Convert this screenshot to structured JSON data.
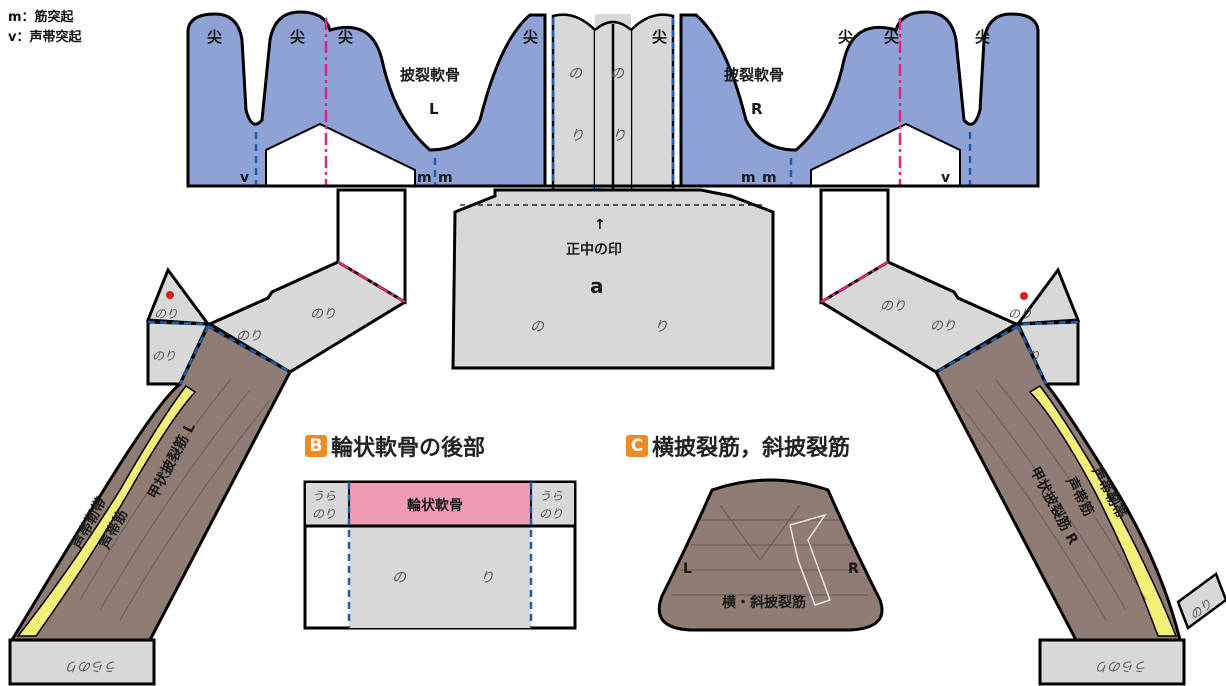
{
  "legend": {
    "m_line": "m：筋突起",
    "v_line": "v：声帯突起"
  },
  "colors": {
    "cartilage_blue": "#8ea2d6",
    "glue_gray": "#d8d8d8",
    "muscle_brown": "#8f7c73",
    "cricoid_pink": "#f09ab3",
    "fold_yellow": "#f3f07a",
    "badge_orange": "#f08a24",
    "fold_line_pink": "#e0267a",
    "fold_line_blue": "#1d5fae",
    "center_mark": "#18a8e0"
  },
  "arytenoid": {
    "apex": "尖",
    "left_title": "披裂軟骨",
    "left_side": "L",
    "right_title": "披裂軟骨",
    "right_side": "R",
    "m": "m",
    "v": "v",
    "no": "の",
    "ri": "り"
  },
  "base_a": {
    "arrow": "↑",
    "center_label": "正中の印",
    "letter": "a",
    "no": "の",
    "ri": "り"
  },
  "glue_tab": "のり",
  "back_glue": "うらのり",
  "side_strips": {
    "left_muscle_label": "甲状披裂筋 L",
    "left_fold_label": "声帯筋",
    "left_yellow_label": "声帯靭帯",
    "right_muscle_label": "甲状披裂筋 R",
    "right_fold_label": "声帯筋",
    "right_yellow_label": "声帯靭帯"
  },
  "section_b": {
    "badge": "B",
    "title": "輪状軟骨の後部",
    "top_label": "輪状軟骨",
    "back_glue_top": "うら",
    "back_glue_bottom": "のり",
    "no": "の",
    "ri": "り"
  },
  "section_c": {
    "badge": "C",
    "title": "横披裂筋，斜披裂筋",
    "left": "L",
    "right": "R",
    "label": "横・斜披裂筋"
  }
}
